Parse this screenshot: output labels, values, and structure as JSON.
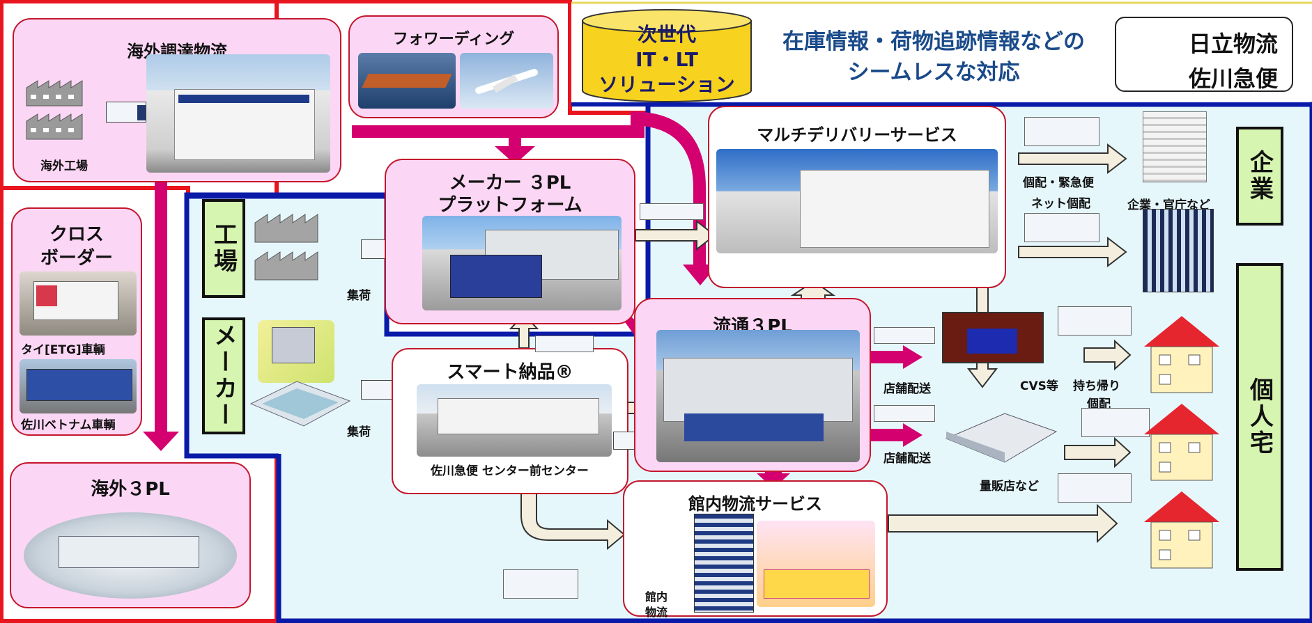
{
  "colors": {
    "hitachi": "#d4006f",
    "sagawa": "#f3eede",
    "frame_red": "#e8141e",
    "frame_blue": "#0a1aa8",
    "bg_blue": "#e6f7fc",
    "box_pink": "#fcd7f5",
    "label_green": "#d6f5b0"
  },
  "header": {
    "cylinder_text": [
      "次世代",
      "IT・LT",
      "ソリューション"
    ],
    "headline": [
      "在庫情報・荷物追跡情報などの",
      "シームレスな対応"
    ]
  },
  "legend": {
    "hitachi": "日立物流",
    "sagawa": "佐川急便"
  },
  "overseas": {
    "procurement_title": "海外調達物流",
    "factory_label": "海外工場",
    "forwarding_title": "フォワーディング",
    "crossborder_title": [
      "クロス",
      "ボーダー"
    ],
    "thai_vehicle": "タイ[ETG]車輌",
    "vietnam_vehicle": "佐川ベトナム車輌",
    "overseas_3pl": "海外３PL"
  },
  "side_labels": {
    "factory": "工場",
    "maker": "メーカー",
    "company": "企業",
    "home": "個人宅"
  },
  "services": {
    "maker_3pl": [
      "メーカー ３PL",
      "プラットフォーム"
    ],
    "smart_delivery": "スマート納品®",
    "smart_caption": "佐川急便 センター前センター",
    "multi_delivery": "マルチデリバリーサービス",
    "distribution_3pl": "流通３PL",
    "inbuilding": "館内物流サービス",
    "inbuilding_small": [
      "館内",
      "物流"
    ]
  },
  "labels": {
    "pickup1": "集荷",
    "pickup2": "集荷",
    "store1": "店舗配送",
    "store2": "店舗配送",
    "kobai": [
      "個配・緊急便",
      "ネット個配"
    ],
    "companies": "企業・官庁など",
    "cvs": "CVS等",
    "takeout": [
      "持ち帰り",
      "個配"
    ],
    "mass_retail": "量販店など"
  },
  "icons": [
    "factory-icon",
    "truck-icon",
    "ship-icon",
    "airplane-icon",
    "warehouse-icon",
    "office-building-icon",
    "house-icon",
    "convenience-store-icon",
    "shopping-mall-icon"
  ]
}
